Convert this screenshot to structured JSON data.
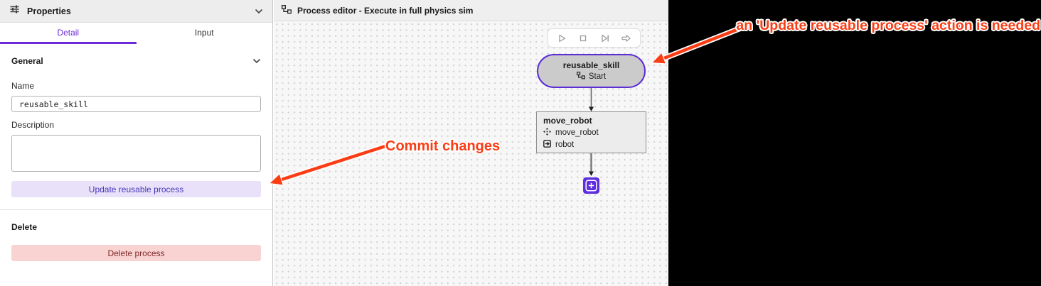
{
  "properties_panel": {
    "title": "Properties",
    "tabs": {
      "detail": "Detail",
      "input": "Input"
    },
    "general": {
      "title": "General",
      "name_label": "Name",
      "name_value": "reusable_skill",
      "description_label": "Description",
      "description_value": "",
      "update_button_label": "Update reusable process"
    },
    "delete": {
      "title": "Delete",
      "delete_button_label": "Delete process"
    }
  },
  "process_editor": {
    "title": "Process editor - Execute in full physics sim",
    "toolbar_icons": [
      "play",
      "stop",
      "step-forward",
      "skip-forward"
    ],
    "nodes": {
      "start": {
        "title": "reusable_skill",
        "row_label": "Start"
      },
      "move_robot": {
        "title": "move_robot",
        "rows": [
          {
            "icon": "move-icon",
            "label": "move_robot"
          },
          {
            "icon": "input-icon",
            "label": "robot"
          }
        ]
      }
    }
  },
  "annotations": {
    "top_note": "an 'Update reusable process' action is needed",
    "commit_note": "Commit changes",
    "accent_color": "#fa3d15"
  },
  "colors": {
    "tab_active": "#6d2bd8",
    "node_border": "#5b2ed6",
    "add_button_bg": "#5f2ee0",
    "update_button_bg": "#e9e1f9",
    "update_button_text": "#4637b9",
    "delete_button_bg": "#f9d2d2",
    "delete_button_text": "#7c2626"
  }
}
